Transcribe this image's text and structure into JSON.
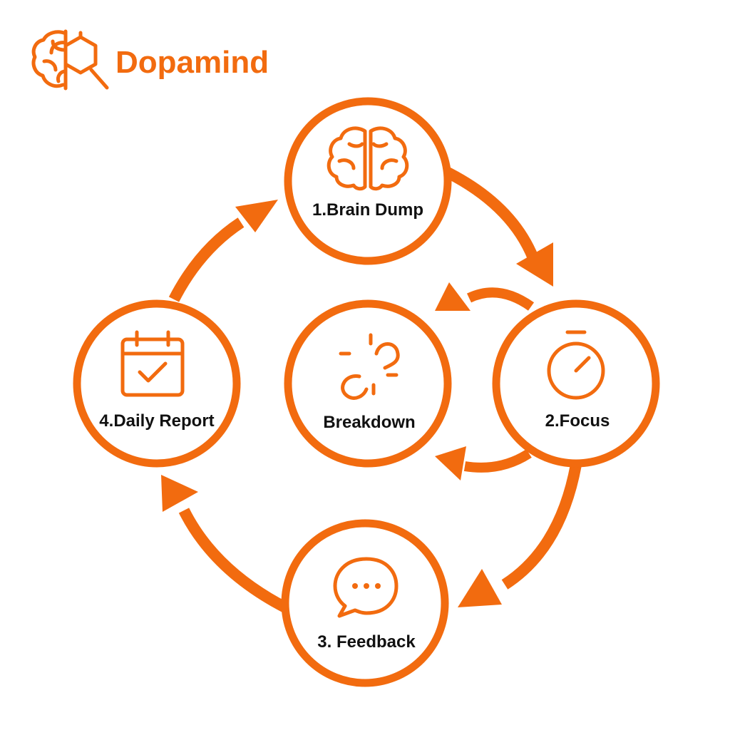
{
  "brand": {
    "name": "Dopamind",
    "logo_icon": "brain-molecule-icon",
    "color": "#F26B0F"
  },
  "diagram": {
    "accent": "#F26B0F",
    "label_color": "#111111",
    "nodes": [
      {
        "id": "brain-dump",
        "label": "1.Brain Dump",
        "icon": "brain-icon"
      },
      {
        "id": "focus",
        "label": "2.Focus",
        "icon": "stopwatch-icon"
      },
      {
        "id": "feedback",
        "label": "3. Feedback",
        "icon": "chat-bubble-icon"
      },
      {
        "id": "daily-report",
        "label": "4.Daily Report",
        "icon": "calendar-check-icon"
      },
      {
        "id": "breakdown",
        "label": "Breakdown",
        "icon": "broken-link-icon"
      }
    ],
    "edges": [
      {
        "from": "brain-dump",
        "to": "focus"
      },
      {
        "from": "focus",
        "to": "feedback"
      },
      {
        "from": "feedback",
        "to": "daily-report"
      },
      {
        "from": "daily-report",
        "to": "brain-dump"
      },
      {
        "from": "focus",
        "to": "breakdown"
      },
      {
        "from": "focus",
        "to": "breakdown"
      }
    ]
  }
}
